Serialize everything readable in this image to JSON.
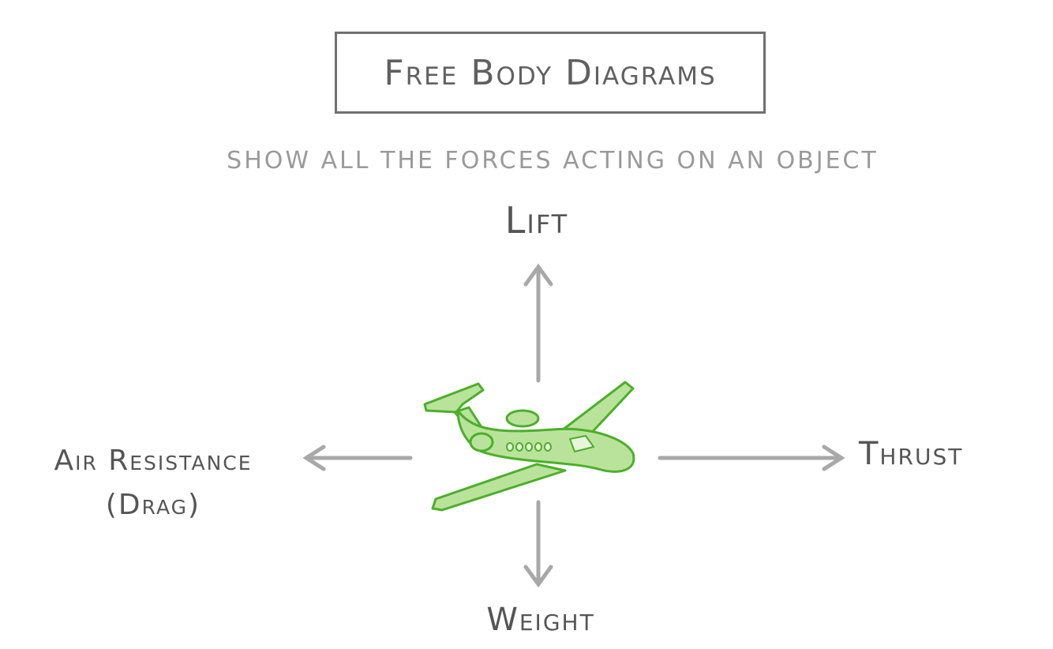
{
  "title": "Free Body Diagrams",
  "subtitle": "Show all the forces acting on an object",
  "object": {
    "icon": "airplane-icon"
  },
  "forces": {
    "lift": "Lift",
    "thrust": "Thrust",
    "weight": "Weight",
    "drag_line1": "Air Resistance",
    "drag_line2": "(Drag)"
  },
  "colors": {
    "arrow": "#a8a8a8",
    "plane_fill": "#b9e39a",
    "plane_stroke": "#4caf2a",
    "box_border": "#707070"
  }
}
